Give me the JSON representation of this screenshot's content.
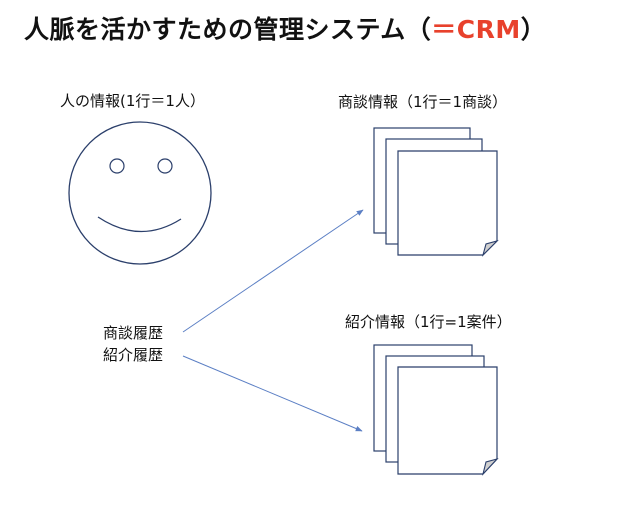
{
  "title": {
    "main": "人脈を活かすための管理システム（",
    "accent": "＝CRM",
    "close": "）"
  },
  "labels": {
    "person": "人の情報(1行＝1人）",
    "deals": "商談情報（1行＝1商談）",
    "intro": "紹介情報（1行=1案件）"
  },
  "history": {
    "line1": "商談履歴",
    "line2": "紹介履歴"
  },
  "icons": {
    "person": "smiley-face-icon",
    "documents": "document-stack-icon"
  },
  "colors": {
    "accent": "#e8412c",
    "arrow": "#5b7fc4",
    "outline": "#2b3f6b"
  }
}
